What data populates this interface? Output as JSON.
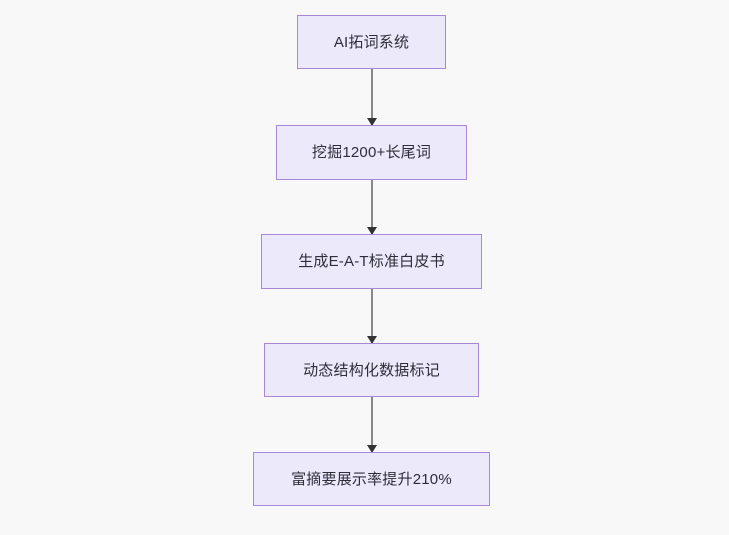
{
  "diagram": {
    "type": "flowchart",
    "direction": "top-to-bottom",
    "background_color": "#f8f8f8",
    "node_fill_color": "#ece9fb",
    "node_border_color": "#a788d8",
    "node_text_color": "#2e2e38",
    "edge_line_color": "#888888",
    "edge_arrow_color": "#333333",
    "nodes": [
      {
        "id": "n1",
        "label": "AI拓词系统"
      },
      {
        "id": "n2",
        "label": "挖掘1200+长尾词"
      },
      {
        "id": "n3",
        "label": "生成E-A-T标准白皮书"
      },
      {
        "id": "n4",
        "label": "动态结构化数据标记"
      },
      {
        "id": "n5",
        "label": "富摘要展示率提升210%"
      }
    ],
    "edges": [
      {
        "from": "n1",
        "to": "n2",
        "label": ""
      },
      {
        "from": "n2",
        "to": "n3",
        "label": ""
      },
      {
        "from": "n3",
        "to": "n4",
        "label": ""
      },
      {
        "from": "n4",
        "to": "n5",
        "label": ""
      }
    ]
  }
}
